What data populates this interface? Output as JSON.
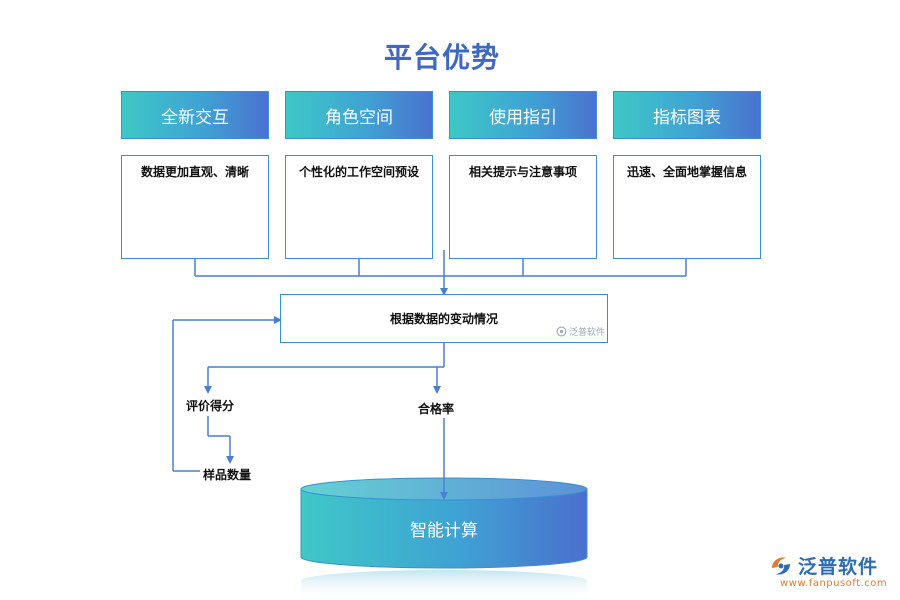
{
  "title": "平台优势",
  "columns": [
    {
      "header": "全新交互",
      "body": "数据更加直观、清晰"
    },
    {
      "header": "角色空间",
      "body": "个性化的工作空间预设"
    },
    {
      "header": "使用指引",
      "body": "相关提示与注意事项"
    },
    {
      "header": "指标图表",
      "body": "迅速、全面地掌握信息"
    }
  ],
  "center": {
    "label": "根据数据的变动情况",
    "watermark": "泛普软件"
  },
  "branches": {
    "left": "评价得分",
    "middle": "合格率",
    "sub": "样品数量"
  },
  "cylinder": {
    "label": "智能计算"
  },
  "brand": {
    "name": "泛普软件",
    "url": "www.fanpusoft.com"
  },
  "colors": {
    "title": "#3f68c4",
    "line": "#4a7fd0",
    "border": "#3a8fd0",
    "brand": "#2c6cb4",
    "url": "#e27a2e"
  },
  "icons": {
    "logo": "fanpu-logo-icon"
  }
}
